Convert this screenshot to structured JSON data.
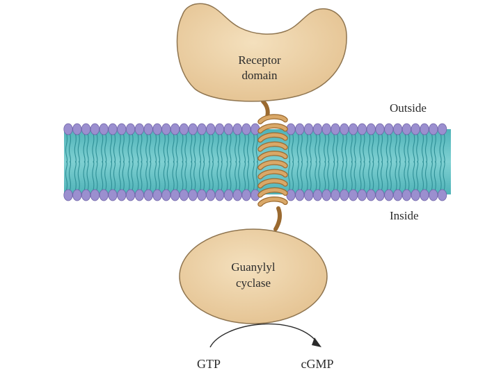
{
  "diagram": {
    "receptor": {
      "line1": "Receptor",
      "line2": "domain"
    },
    "enzyme": {
      "line1": "Guanylyl",
      "line2": "cyclase"
    },
    "outside_label": "Outside",
    "inside_label": "Inside",
    "reaction": {
      "substrate": "GTP",
      "product": "cGMP"
    }
  },
  "colors": {
    "protein_fill": "#ecd1a5",
    "protein_stroke": "#8f7550",
    "helix_fill": "#d9a868",
    "helix_dark": "#9b6a30",
    "lipid_head": "#9b8fcf",
    "lipid_head_stroke": "#6f64a8",
    "lipid_core": "#5bbcc0",
    "lipid_core_dark": "#2f8f96"
  }
}
